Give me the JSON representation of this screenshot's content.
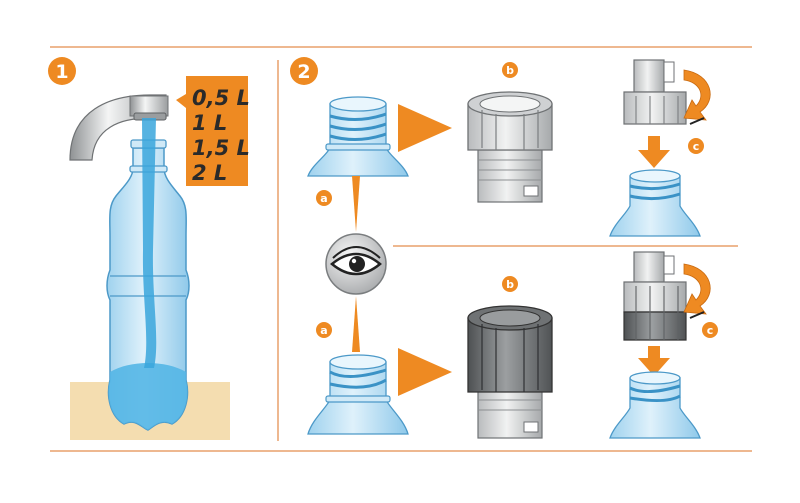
{
  "steps": {
    "step1_number": "1",
    "step2_number": "2"
  },
  "volumes": [
    "0,5 L",
    "1 L",
    "1,5 L",
    "2 L"
  ],
  "substep_labels": {
    "top_a": "a",
    "top_b": "b",
    "top_c": "c",
    "bottom_a": "a",
    "bottom_b": "b",
    "bottom_c": "c"
  },
  "icons": {
    "eye": "eye-icon",
    "tap": "faucet-icon",
    "arrow_right": "orange-right-arrow-icon",
    "arrow_down": "orange-down-arrow-icon",
    "rotate": "rotate-arrow-icon"
  },
  "colors": {
    "accent_orange": "#EE8A22",
    "divider": "#E8A16B",
    "water_blue": "#3AA6DC",
    "bottle_blue": "#BFE3F5",
    "cap_light": "#D9DBDC",
    "cap_dark": "#6B6E70",
    "surface_beige": "#F4DDB0"
  }
}
